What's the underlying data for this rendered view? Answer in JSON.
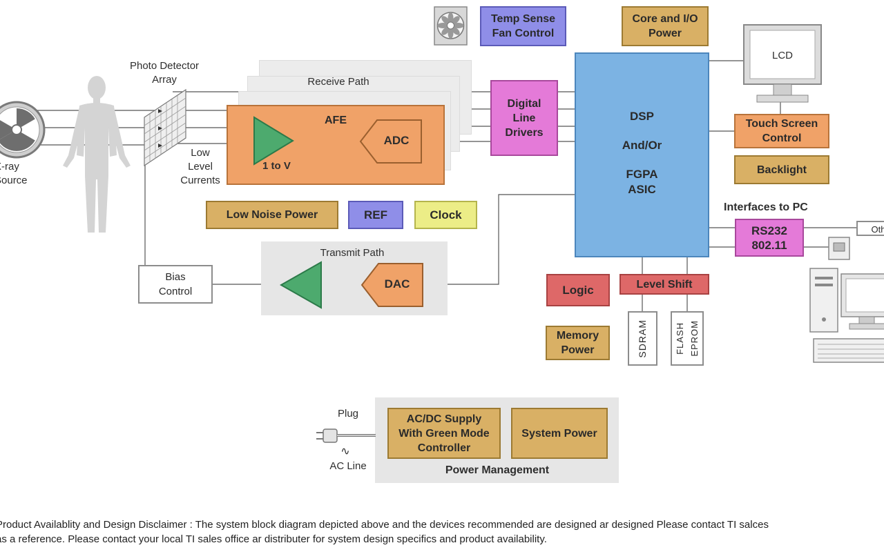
{
  "xray": {
    "label_line1": "X-ray",
    "label_line2": "Source"
  },
  "photo_detector": {
    "line1": "Photo Detector",
    "line2": "Array"
  },
  "low_level": {
    "line1": "Low",
    "line2": "Level",
    "line3": "Currents"
  },
  "receive_path": {
    "title": "Receive Path"
  },
  "afe": {
    "title": "AFE",
    "amp_label": "1 to V",
    "adc": "ADC"
  },
  "digital_line_drivers": {
    "line1": "Digital",
    "line2": "Line",
    "line3": "Drivers"
  },
  "fan": {
    "label": "Temp Sense Fan Control"
  },
  "core_io": {
    "label": "Core and I/O Power"
  },
  "dsp": {
    "line1": "DSP",
    "line2": "And/Or",
    "line3": "FGPA",
    "line4": "ASIC"
  },
  "lcd": {
    "label": "LCD"
  },
  "touch_screen": {
    "label": "Touch Screen Control"
  },
  "backlight": {
    "label": "Backlight"
  },
  "interfaces": {
    "title": "Interfaces to PC",
    "line1": "RS232",
    "line2": "802.11",
    "pc_tag": "Oth"
  },
  "low_noise_power": {
    "label": "Low Noise Power"
  },
  "ref": {
    "label": "REF"
  },
  "clock": {
    "label": "Clock"
  },
  "transmit_path": {
    "title": "Transmit Path",
    "dac": "DAC"
  },
  "bias_control": {
    "line1": "Bias",
    "line2": "Control"
  },
  "logic": {
    "label": "Logic"
  },
  "level_shift": {
    "label": "Level Shift"
  },
  "memory_power": {
    "line1": "Memory",
    "line2": "Power"
  },
  "sdram": {
    "label": "SDRAM"
  },
  "flash": {
    "line1": "FLASH",
    "line2": "EPROM"
  },
  "power_mgmt": {
    "title": "Power Management",
    "plug": "Plug",
    "ac_line": "AC Line",
    "acdc_line1": "AC/DC Supply",
    "acdc_line2": "With Green Mode",
    "acdc_line3": "Controller",
    "system_power": "System Power"
  },
  "disclaimer": {
    "line1": "Product Availablity and Design Disclaimer : The system block diagram depicted above and the devices recommended are designed ar designed Please contact TI salces",
    "line2": "as a reference.  Please contact your local TI sales office ar distributer for system design specifics and product availability."
  },
  "colors": {
    "tan": "#d9b065",
    "orange": "#f0a268",
    "purple": "#8f8ee8",
    "magenta": "#e47ad8",
    "yellow": "#eced87",
    "red": "#de6868",
    "blue": "#7cb3e3",
    "green": "#4daa6e"
  },
  "icons": [
    "xray-source-icon",
    "human-figure-icon",
    "fan-icon",
    "lcd-monitor-icon",
    "pc-tower-icon",
    "plug-icon"
  ]
}
